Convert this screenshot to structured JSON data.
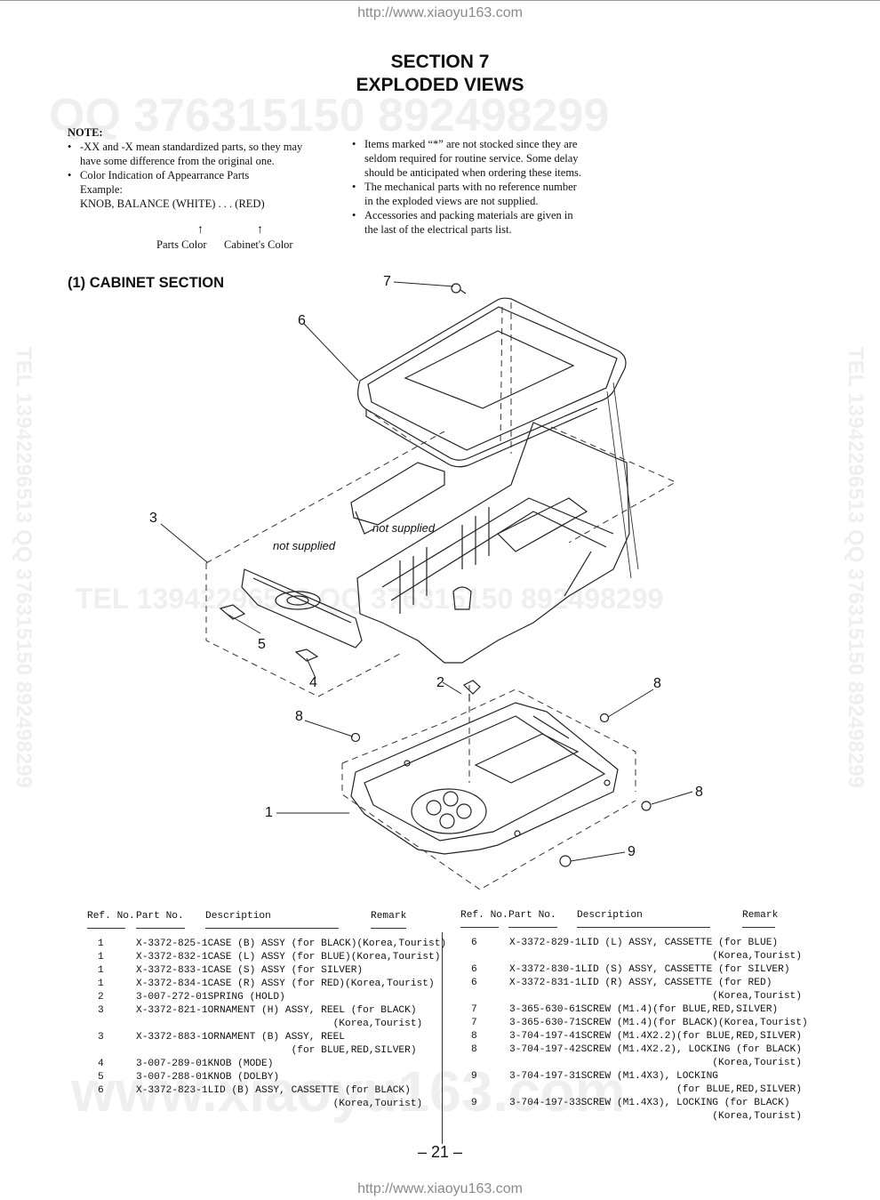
{
  "header_url": "http://www.xiaoyu163.com",
  "footer_url": "http://www.xiaoyu163.com",
  "title_line1": "SECTION 7",
  "title_line2": "EXPLODED VIEWS",
  "watermarks": {
    "qq_top": "QQ 376315150   892498299",
    "tel_mid": "TEL 13942296513   QQ 376315150   892498299",
    "tel_side": "TEL 13942296513   QQ 376315150   892498299",
    "url_bottom": "www.xiaoyu163.com"
  },
  "note": {
    "heading": "NOTE:",
    "left": [
      "-XX and -X mean standardized parts, so they may have some difference from the original one.",
      "Color Indication of Appearrance Parts"
    ],
    "example_label": "Example:",
    "example_line": "KNOB, BALANCE (WHITE) . . . (RED)",
    "arrows": "↑",
    "parts_color": "Parts Color",
    "cabinet_color": "Cabinet's Color",
    "right": [
      "Items marked “*” are not stocked since they are seldom required for routine service. Some delay should be anticipated when ordering these items.",
      "The mechanical parts with no reference number in the exploded views are not supplied.",
      "Accessories and packing materials are given in the last of the electrical parts list."
    ]
  },
  "subsection": "(1) CABINET SECTION",
  "diagram": {
    "callouts": {
      "c1": "1",
      "c2": "2",
      "c3": "3",
      "c4": "4",
      "c5": "5",
      "c6": "6",
      "c7": "7",
      "c8a": "8",
      "c8b": "8",
      "c8c": "8",
      "c9": "9"
    },
    "not_supplied_1": "not supplied",
    "not_supplied_2": "not supplied"
  },
  "table_headers": {
    "ref": "Ref. No.",
    "part": "Part No.",
    "desc": "Description",
    "remark": "Remark"
  },
  "parts_left": [
    {
      "ref": "1",
      "part": "X-3372-825-1",
      "desc": "CASE (B) ASSY (for BLACK)(Korea,Tourist)"
    },
    {
      "ref": "1",
      "part": "X-3372-832-1",
      "desc": "CASE (L) ASSY (for BLUE)(Korea,Tourist)"
    },
    {
      "ref": "1",
      "part": "X-3372-833-1",
      "desc": "CASE (S) ASSY (for SILVER)"
    },
    {
      "ref": "1",
      "part": "X-3372-834-1",
      "desc": "CASE (R) ASSY (for RED)(Korea,Tourist)"
    },
    {
      "ref": "2",
      "part": "3-007-272-01",
      "desc": "SPRING (HOLD)"
    },
    {
      "ref": "",
      "part": "",
      "desc": ""
    },
    {
      "ref": "3",
      "part": "X-3372-821-1",
      "desc": "ORNAMENT (H) ASSY, REEL (for BLACK)"
    },
    {
      "ref": "",
      "part": "",
      "desc": "                     (Korea,Tourist)"
    },
    {
      "ref": "3",
      "part": "X-3372-883-1",
      "desc": "ORNAMENT (B) ASSY, REEL"
    },
    {
      "ref": "",
      "part": "",
      "desc": "              (for BLUE,RED,SILVER)"
    },
    {
      "ref": "4",
      "part": "3-007-289-01",
      "desc": "KNOB (MODE)"
    },
    {
      "ref": "5",
      "part": "3-007-288-01",
      "desc": "KNOB (DOLBY)"
    },
    {
      "ref": "6",
      "part": "X-3372-823-1",
      "desc": "LID (B) ASSY, CASSETTE (for BLACK)"
    },
    {
      "ref": "",
      "part": "",
      "desc": "                     (Korea,Tourist)"
    }
  ],
  "parts_right": [
    {
      "ref": "6",
      "part": "X-3372-829-1",
      "desc": "LID (L) ASSY, CASSETTE (for BLUE)"
    },
    {
      "ref": "",
      "part": "",
      "desc": "                      (Korea,Tourist)"
    },
    {
      "ref": "6",
      "part": "X-3372-830-1",
      "desc": "LID (S) ASSY, CASSETTE (for SILVER)"
    },
    {
      "ref": "6",
      "part": "X-3372-831-1",
      "desc": "LID (R) ASSY, CASSETTE (for RED)"
    },
    {
      "ref": "",
      "part": "",
      "desc": "                      (Korea,Tourist)"
    },
    {
      "ref": "7",
      "part": "3-365-630-61",
      "desc": "SCREW (M1.4)(for BLUE,RED,SILVER)"
    },
    {
      "ref": "7",
      "part": "3-365-630-71",
      "desc": "SCREW (M1.4)(for BLACK)(Korea,Tourist)"
    },
    {
      "ref": "",
      "part": "",
      "desc": ""
    },
    {
      "ref": "8",
      "part": "3-704-197-41",
      "desc": "SCREW (M1.4X2.2)(for BLUE,RED,SILVER)"
    },
    {
      "ref": "8",
      "part": "3-704-197-42",
      "desc": "SCREW (M1.4X2.2), LOCKING (for BLACK)"
    },
    {
      "ref": "",
      "part": "",
      "desc": "                      (Korea,Tourist)"
    },
    {
      "ref": "9",
      "part": "3-704-197-31",
      "desc": "SCREW (M1.4X3), LOCKING"
    },
    {
      "ref": "",
      "part": "",
      "desc": "                (for BLUE,RED,SILVER)"
    },
    {
      "ref": "9",
      "part": "3-704-197-33",
      "desc": "SCREW (M1.4X3), LOCKING (for BLACK)"
    },
    {
      "ref": "",
      "part": "",
      "desc": "                      (Korea,Tourist)"
    }
  ],
  "page_number": "– 21 –"
}
